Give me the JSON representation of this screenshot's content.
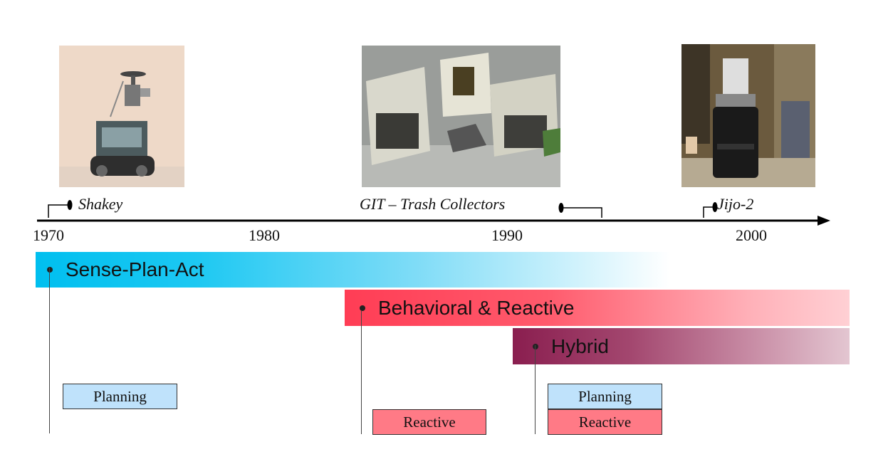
{
  "robots": [
    {
      "label": "Shakey"
    },
    {
      "label": "GIT – Trash Collectors"
    },
    {
      "label": "Jijo-2"
    }
  ],
  "timeline": {
    "years": [
      "1970",
      "1980",
      "1990",
      "2000"
    ]
  },
  "paradigms": [
    {
      "label": "Sense-Plan-Act",
      "color": "#00bfef"
    },
    {
      "label": "Behavioral & Reactive",
      "color": "#ff3d55"
    },
    {
      "label": "Hybrid",
      "color": "#8a1e4f"
    }
  ],
  "boxes": {
    "planning": "Planning",
    "reactive": "Reactive"
  },
  "colors": {
    "planning_box": "#bfe2fb",
    "reactive_box": "#ff7a86"
  }
}
